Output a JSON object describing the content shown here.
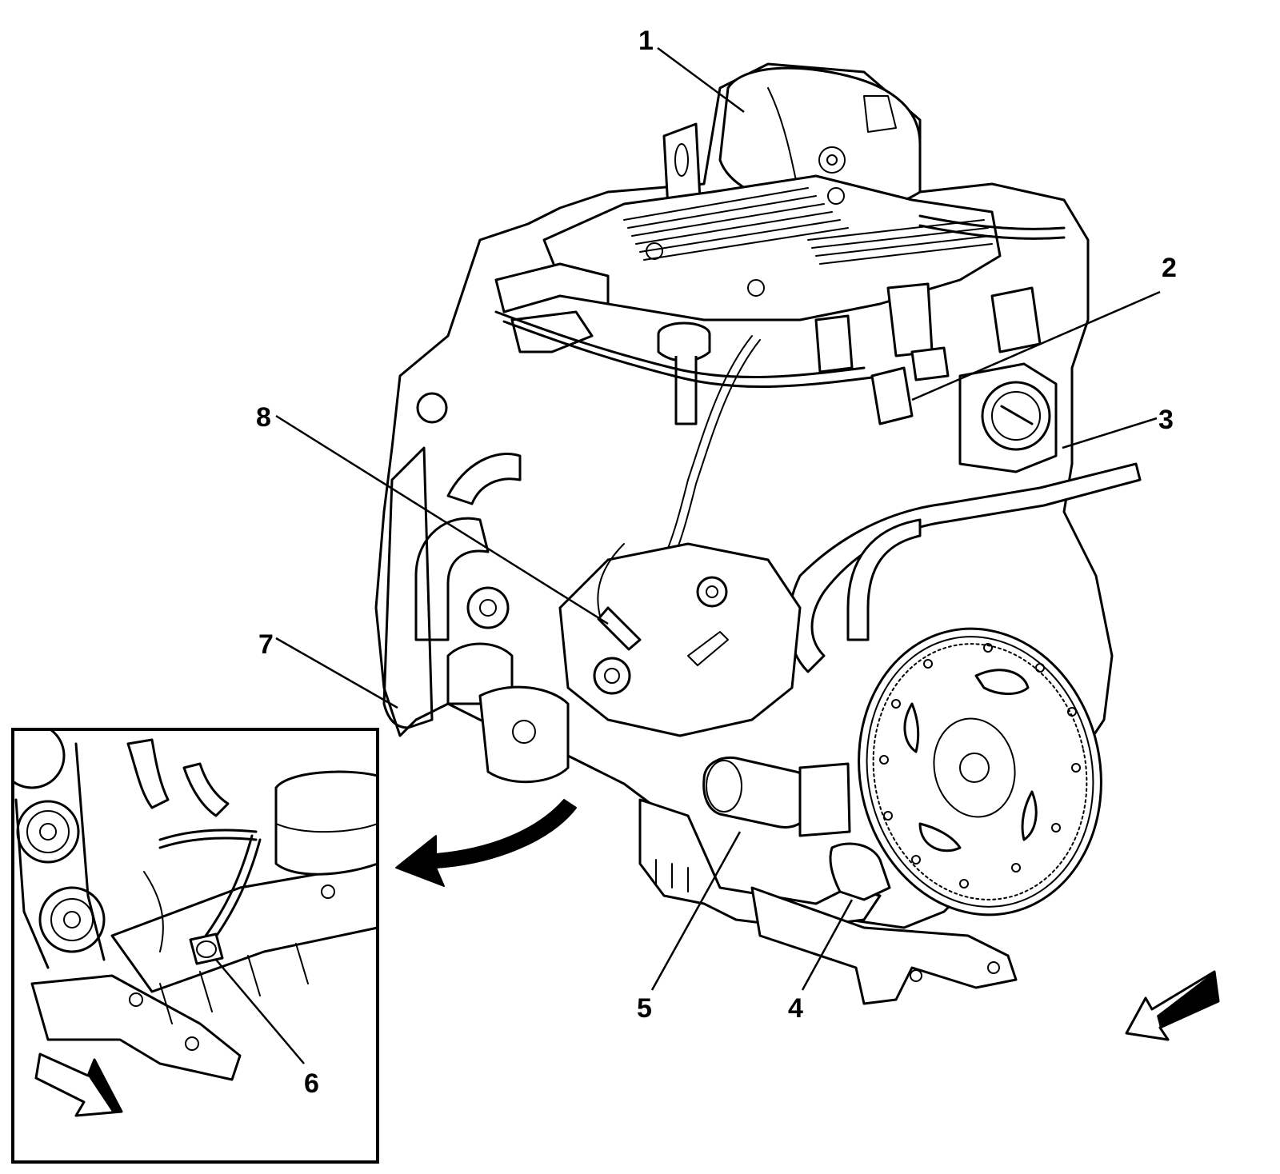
{
  "callouts": [
    {
      "id": "1",
      "label": "1"
    },
    {
      "id": "2",
      "label": "2"
    },
    {
      "id": "3",
      "label": "3"
    },
    {
      "id": "4",
      "label": "4"
    },
    {
      "id": "5",
      "label": "5"
    },
    {
      "id": "6",
      "label": "6"
    },
    {
      "id": "7",
      "label": "7"
    },
    {
      "id": "8",
      "label": "8"
    }
  ],
  "icons": {
    "direction_arrow_main": "front-direction-arrow-icon",
    "direction_arrow_inset": "front-direction-arrow-icon",
    "detail_arrow": "curved-detail-arrow-icon"
  },
  "colors": {
    "line": "#000000",
    "background": "#ffffff"
  }
}
